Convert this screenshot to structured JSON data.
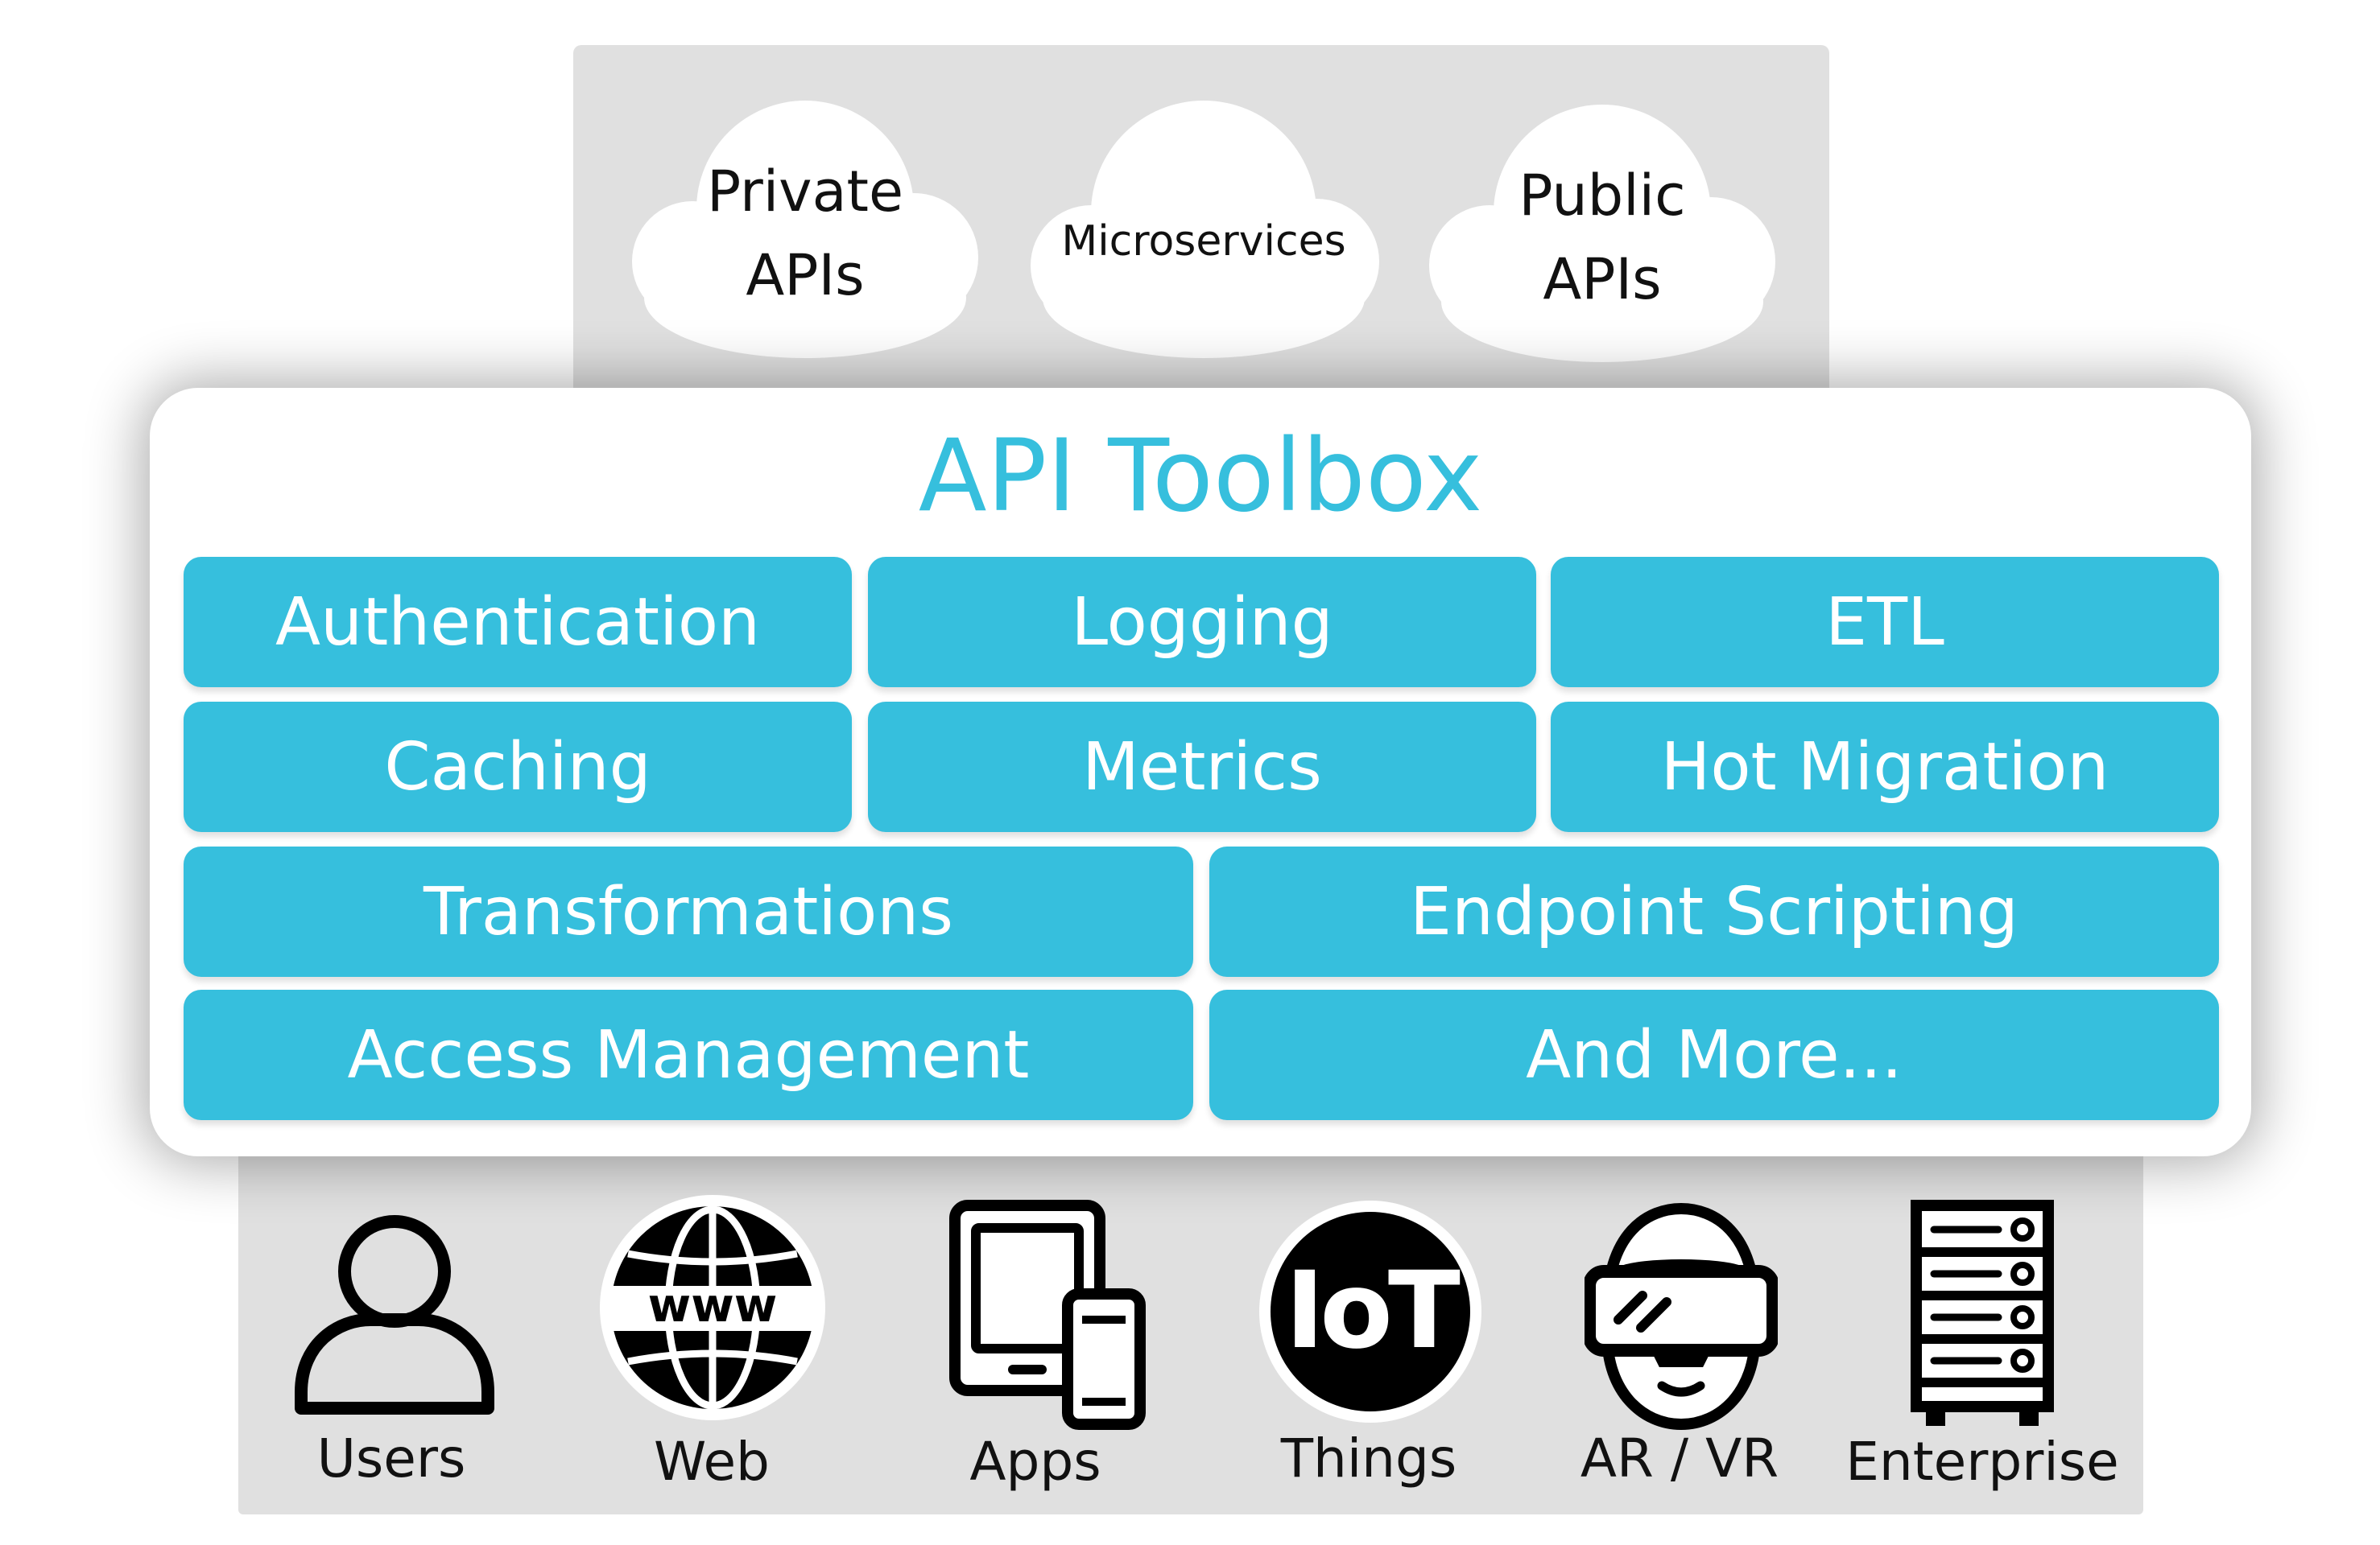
{
  "sources": {
    "private": "Private\nAPIs",
    "microservices": "Microservices",
    "public": "Public\nAPIs"
  },
  "toolbox": {
    "title": "API Toolbox",
    "tiles": [
      "Authentication",
      "Logging",
      "ETL",
      "Caching",
      "Metrics",
      "Hot Migration",
      "Transformations",
      "Endpoint Scripting",
      "Access Management",
      "And More..."
    ]
  },
  "consumers": {
    "users": "Users",
    "web": "Web",
    "www": "www",
    "apps": "Apps",
    "things": "Things",
    "iot": "IoT",
    "arvr": "AR / VR",
    "enterprise": "Enterprise"
  },
  "colors": {
    "accent": "#36bfdd",
    "band": "#e0e0e0"
  }
}
